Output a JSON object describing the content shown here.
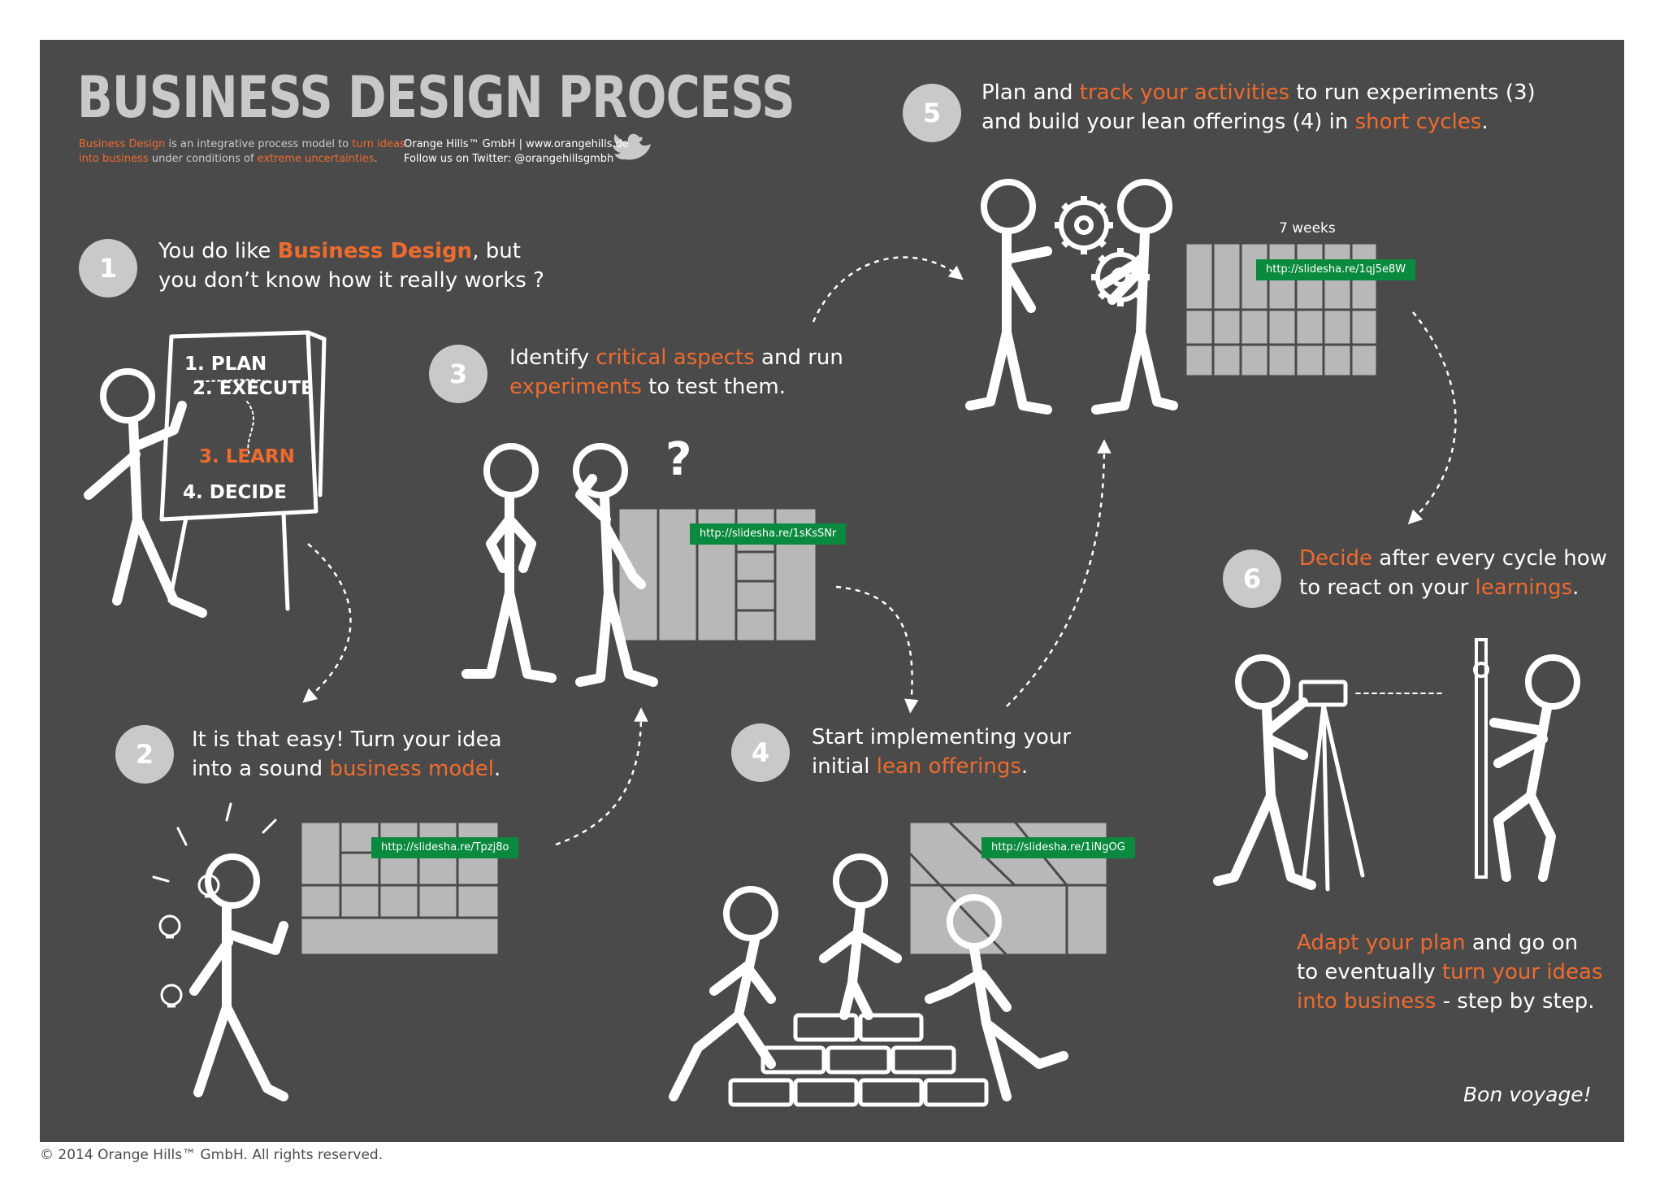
{
  "header": {
    "title": "BUSINESS DESIGN PROCESS",
    "tagline": {
      "t1": "Business Design",
      "t2": " is an integrative process model to ",
      "t3": "turn ideas",
      "t4": "into business",
      "t5": " under conditions of ",
      "t6": "extreme uncertainties",
      "t7": "."
    },
    "company": {
      "line1": "Orange Hills™ GmbH | www.orangehills.de",
      "line2": "Follow us on Twitter: @orangehillsgmbh"
    }
  },
  "steps": {
    "s1": {
      "num": "1",
      "a": "You do like ",
      "b": "Business Design",
      "c": ", but",
      "d": "you don’t know how it really works ?"
    },
    "s2": {
      "num": "2",
      "a": "It is that easy! Turn your idea",
      "b": "into a sound ",
      "c": "business model",
      "d": "."
    },
    "s3": {
      "num": "3",
      "a": "Identify ",
      "b": "critical aspects",
      "c": " and run",
      "d": "experiments",
      "e": " to test them."
    },
    "s4": {
      "num": "4",
      "a": "Start implementing your",
      "b": "initial ",
      "c": "lean offerings",
      "d": "."
    },
    "s5": {
      "num": "5",
      "a": "Plan and ",
      "b": "track your activities",
      "c": " to run experiments (3)",
      "d": "and build your lean offerings (4) in ",
      "e": "short cycles",
      "f": "."
    },
    "s6": {
      "num": "6",
      "a": "Decide",
      "b": " after every cycle how",
      "c": "to react on your ",
      "d": "learnings",
      "e": "."
    }
  },
  "closing": {
    "a": "Adapt your plan",
    "b": " and go on",
    "c": "to eventually ",
    "d": "turn your ideas",
    "e": "into business",
    "f": " - step by step.",
    "bon": "Bon voyage!"
  },
  "links": {
    "l2": "http://slidesha.re/Tpzj8o",
    "l3": "http://slidesha.re/1sKsSNr",
    "l4": "http://slidesha.re/1iNgOG",
    "l5": "http://slidesha.re/1qj5e8W"
  },
  "labels": {
    "weeks": "7 weeks",
    "question": "?"
  },
  "flipchart": {
    "i1": "1. PLAN",
    "i2": "2. EXECUTE",
    "i3": "3. LEARN",
    "i4": "4. DECIDE"
  },
  "footer": {
    "copyright": "© 2014 Orange Hills™ GmbH. All rights reserved."
  },
  "colors": {
    "background": "#4a4a4a",
    "accent": "#ee6b2f",
    "link": "#0a8a3e",
    "gray": "#c9c9c9",
    "text": "#ffffff"
  }
}
